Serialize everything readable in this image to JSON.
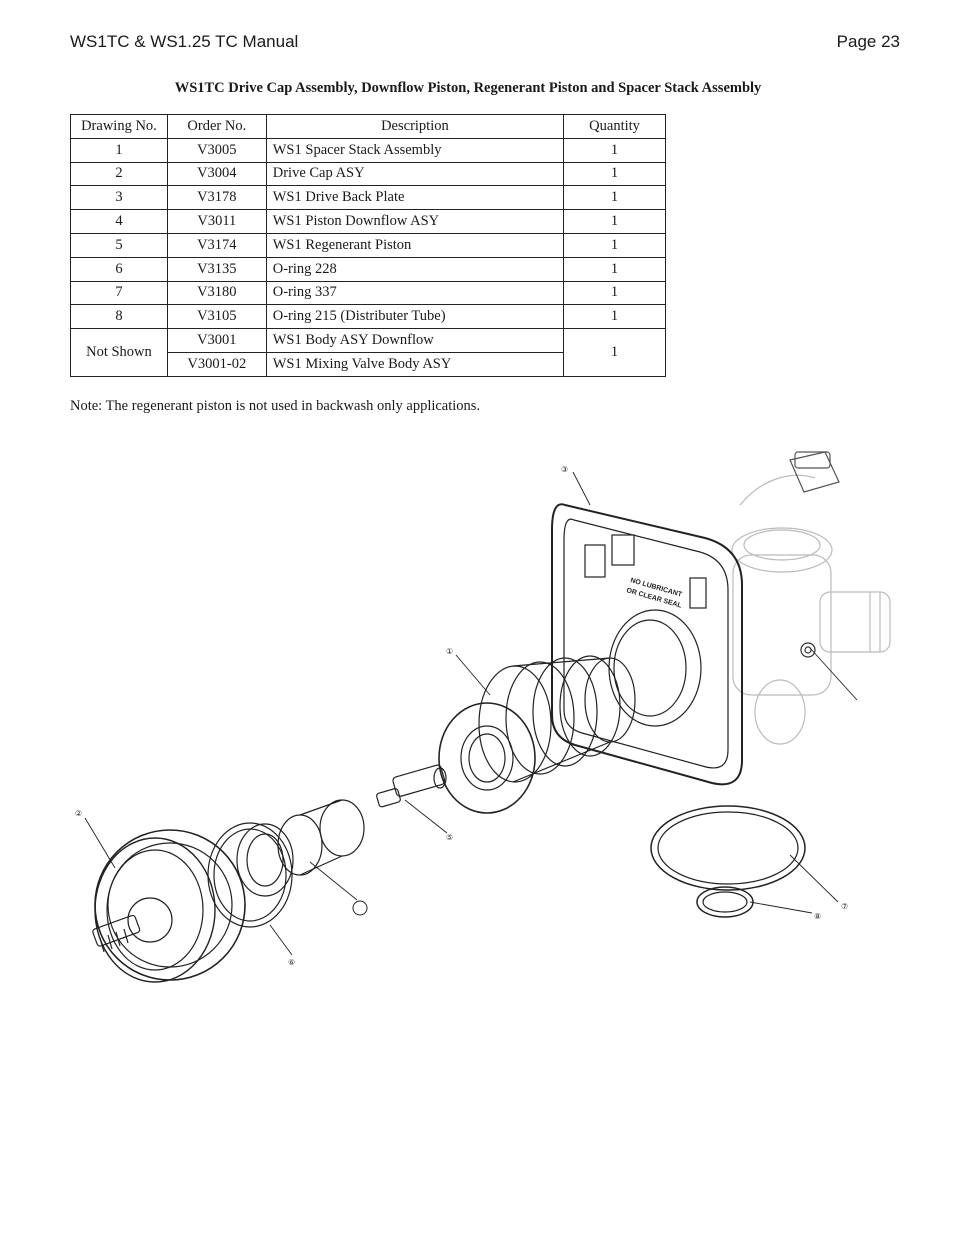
{
  "header": {
    "manual_title": "WS1TC & WS1.25 TC Manual",
    "page_label": "Page 23"
  },
  "section_title": "WS1TC Drive Cap Assembly, Downflow Piston, Regenerant Piston and Spacer Stack Assembly",
  "table": {
    "columns": [
      "Drawing No.",
      "Order No.",
      "Description",
      "Quantity"
    ],
    "rows": [
      {
        "drawing_no": "1",
        "order_no": "V3005",
        "description": "WS1 Spacer Stack Assembly",
        "quantity": "1"
      },
      {
        "drawing_no": "2",
        "order_no": "V3004",
        "description": "Drive Cap ASY",
        "quantity": "1"
      },
      {
        "drawing_no": "3",
        "order_no": "V3178",
        "description": "WS1 Drive Back Plate",
        "quantity": "1"
      },
      {
        "drawing_no": "4",
        "order_no": "V3011",
        "description": "WS1 Piston Downflow ASY",
        "quantity": "1"
      },
      {
        "drawing_no": "5",
        "order_no": "V3174",
        "description": "WS1 Regenerant Piston",
        "quantity": "1"
      },
      {
        "drawing_no": "6",
        "order_no": "V3135",
        "description": "O-ring 228",
        "quantity": "1"
      },
      {
        "drawing_no": "7",
        "order_no": "V3180",
        "description": "O-ring 337",
        "quantity": "1"
      },
      {
        "drawing_no": "8",
        "order_no": "V3105",
        "description": "O-ring 215 (Distributer Tube)",
        "quantity": "1"
      }
    ],
    "not_shown": {
      "label": "Not Shown",
      "quantity": "1",
      "rows": [
        {
          "order_no": "V3001",
          "description": "WS1 Body ASY Downflow"
        },
        {
          "order_no": "V3001-02",
          "description": "WS1 Mixing Valve Body ASY"
        }
      ]
    }
  },
  "note": "Note: The regenerant piston is not used in backwash only applications.",
  "diagram": {
    "callouts": [
      "①",
      "②",
      "③",
      "⑤",
      "⑥",
      "⑦",
      "⑧"
    ],
    "back_plate_label": [
      "NO LUBRICANT",
      "OR CLEAR SEAL"
    ]
  }
}
